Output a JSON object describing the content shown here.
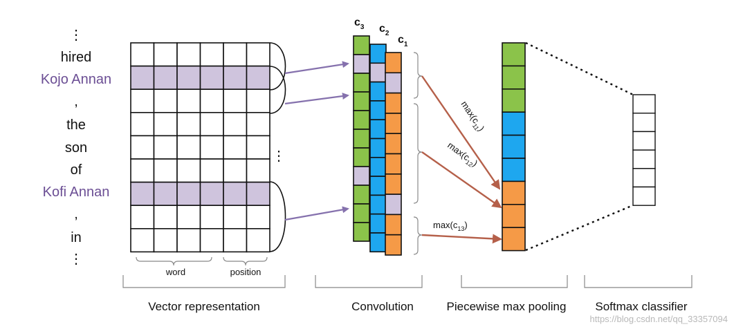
{
  "tokens": [
    {
      "text": "⋮",
      "entity": false
    },
    {
      "text": "hired",
      "entity": false
    },
    {
      "text": "Kojo Annan",
      "entity": true
    },
    {
      "text": ",",
      "entity": false
    },
    {
      "text": "the",
      "entity": false
    },
    {
      "text": "son",
      "entity": false
    },
    {
      "text": "of",
      "entity": false
    },
    {
      "text": "Kofi Annan",
      "entity": true
    },
    {
      "text": ",",
      "entity": false
    },
    {
      "text": "in",
      "entity": false
    },
    {
      "text": "⋮",
      "entity": false
    }
  ],
  "matrix": {
    "rows": 9,
    "cols": 6,
    "highlight_rows": [
      1,
      6
    ],
    "braces": {
      "word": "word",
      "position": "position"
    },
    "ellipsis": "⋮"
  },
  "convolution": {
    "filters": [
      {
        "label": "c",
        "sub": "3",
        "color": "#8bc34a",
        "cells": [
          "g",
          "p",
          "g",
          "g",
          "g",
          "g",
          "g",
          "p",
          "g",
          "g",
          "g"
        ]
      },
      {
        "label": "c",
        "sub": "2",
        "color": "#1ea7ef",
        "cells": [
          "b",
          "p",
          "b",
          "b",
          "b",
          "b",
          "b",
          "b",
          "b",
          "b",
          "b"
        ]
      },
      {
        "label": "c",
        "sub": "1",
        "color": "#f59a47",
        "cells": [
          "o",
          "p",
          "o",
          "o",
          "o",
          "o",
          "o",
          "p",
          "o",
          "o"
        ]
      }
    ],
    "segments": [
      {
        "max_label": "max(c",
        "sub": "11",
        "tail": ")"
      },
      {
        "max_label": "max(c",
        "sub": "12",
        "tail": ")"
      },
      {
        "max_label": "max(c",
        "sub": "13",
        "tail": ")"
      }
    ]
  },
  "pooling": {
    "cells": [
      "g",
      "g",
      "g",
      "b",
      "b",
      "b",
      "o",
      "o",
      "o"
    ]
  },
  "softmax": {
    "cells": 6
  },
  "sections": {
    "vector": "Vector representation",
    "convolution": "Convolution",
    "pooling": "Piecewise max pooling",
    "softmax": "Softmax classifier"
  },
  "colors": {
    "green": "#8bc34a",
    "blue": "#1ea7ef",
    "orange": "#f59a47",
    "lavender": "#cfc4dd",
    "entity_text": "#6b4e94",
    "arrow_purple": "#8571ad",
    "arrow_red": "#b5604a"
  },
  "watermark": "https://blog.csdn.net/qq_33357094"
}
